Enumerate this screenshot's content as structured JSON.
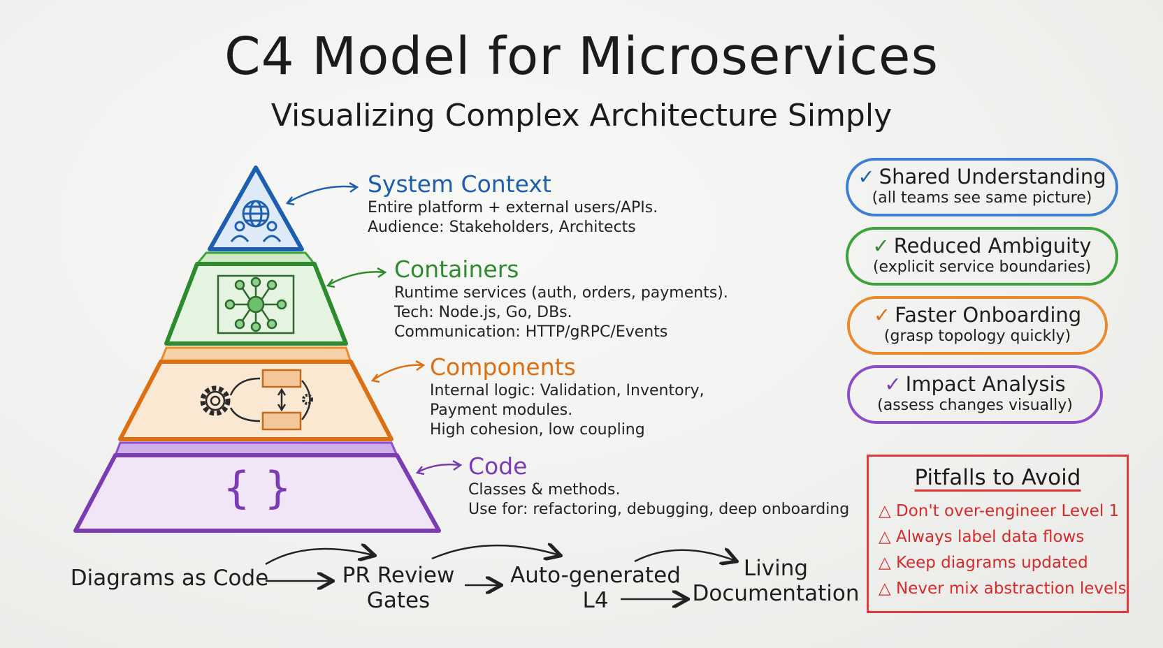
{
  "header": {
    "title": "C4 Model for Microservices",
    "subtitle": "Visualizing Complex Architecture Simply"
  },
  "levels": [
    {
      "key": "system-context",
      "color": "#1d5fae",
      "heading": "System Context",
      "lines": [
        "Entire platform + external users/APIs.",
        "Audience: Stakeholders, Architects"
      ],
      "icon": "globe-users-icon"
    },
    {
      "key": "containers",
      "color": "#2e8a2e",
      "heading": "Containers",
      "lines": [
        "Runtime services (auth, orders, payments).",
        "Tech: Node.js, Go, DBs.",
        "Communication: HTTP/gRPC/Events"
      ],
      "icon": "network-hub-icon"
    },
    {
      "key": "components",
      "color": "#dd6f13",
      "heading": "Components",
      "lines": [
        "Internal logic: Validation, Inventory,",
        "Payment modules.",
        "High cohesion, low coupling"
      ],
      "icon": "gear-modules-icon"
    },
    {
      "key": "code",
      "color": "#7a3bb3",
      "heading": "Code",
      "lines": [
        "Classes & methods.",
        "Use for: refactoring, debugging, deep onboarding"
      ],
      "icon": "curly-braces-icon",
      "icon_text": "{ }"
    }
  ],
  "benefits": [
    {
      "title": "Shared Understanding",
      "subtitle": "(all teams see same picture)",
      "color": "#3f7fd0"
    },
    {
      "title": "Reduced Ambiguity",
      "subtitle": "(explicit service boundaries)",
      "color": "#3aa43a"
    },
    {
      "title": "Faster Onboarding",
      "subtitle": "(grasp topology quickly)",
      "color": "#ec8a2a"
    },
    {
      "title": "Impact Analysis",
      "subtitle": "(assess changes visually)",
      "color": "#8c4ccc"
    }
  ],
  "check_mark": "✓",
  "pitfalls": {
    "title": "Pitfalls to Avoid",
    "marker": "△",
    "items": [
      "Don't over-engineer Level 1",
      "Always label data flows",
      "Keep diagrams updated",
      "Never mix abstraction levels"
    ]
  },
  "flow": [
    "Diagrams as Code",
    "PR Review Gates",
    "Auto-generated L4",
    "Living Documentation"
  ]
}
